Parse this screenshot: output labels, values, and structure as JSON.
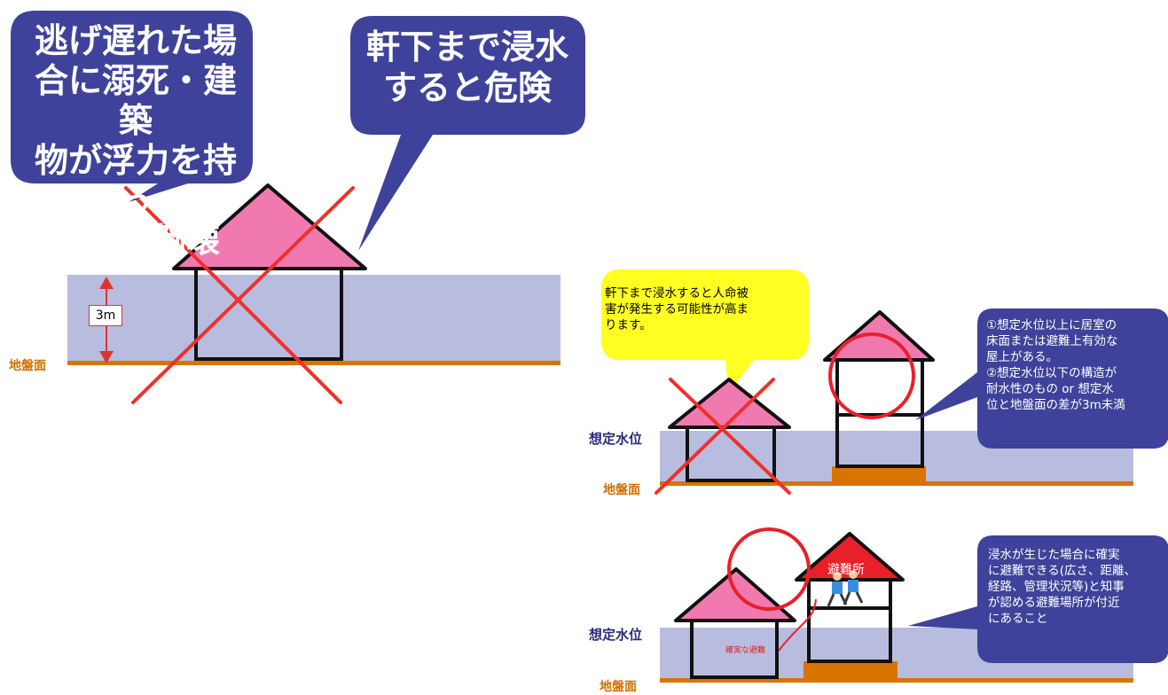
{
  "bubbles": {
    "top_left": "逃げ遅れた場\n合に溺死・建築\n物が浮力を持っ\nて家屋倒壊",
    "top_middle": "軒下まで浸水\nすると危険",
    "yellow_note": "軒下まで浸水すると人命被\n害が発生する可能性が高ま\nります。",
    "condition_1": "①想定水位以上に居室の\n床面または避難上有効な\n屋上がある。\n②想定水位以下の構造が\n耐水性のもの or 想定水\n位と地盤面の差が3m未満",
    "condition_2": "浸水が生じた場合に確実\nに避難できる(広さ、距離、\n経路、管理状況等)と知事\nが認める避難場所が付近\nにあること"
  },
  "labels": {
    "ground": "地盤面",
    "water_level": "想定水位",
    "depth": "3m",
    "shelter": "避難所",
    "safe_evacuation": "確実な避難"
  },
  "colors": {
    "bubble_blue": "#3f429a",
    "water": "#b8bde0",
    "roof_pink": "#f07ab0",
    "shelter_red": "#e8202a",
    "ground_orange": "#d87400",
    "cross_red": "#f0302a",
    "yellow": "#ffff22"
  }
}
